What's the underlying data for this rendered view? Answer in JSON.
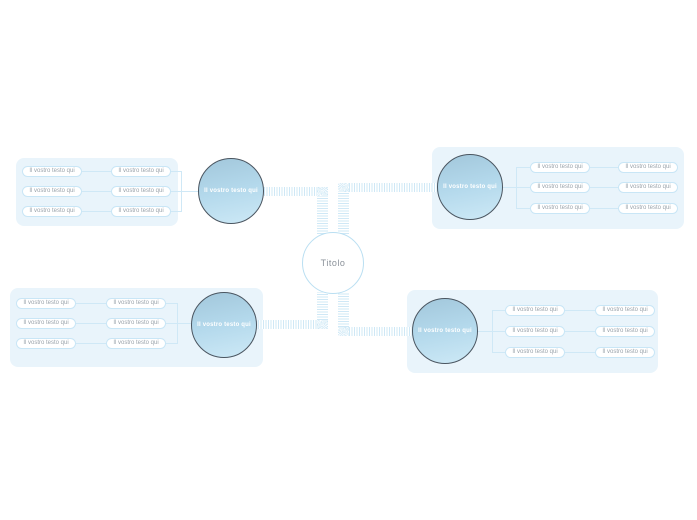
{
  "center": {
    "label": "Titolo"
  },
  "branches": {
    "top_left": {
      "circle_label": "Il vostro testo qui",
      "leaves": [
        "Il vostro testo qui",
        "Il vostro testo qui",
        "Il vostro testo qui",
        "Il vostro testo qui",
        "Il vostro testo qui",
        "Il vostro testo qui"
      ]
    },
    "top_right": {
      "circle_label": "Il vostro testo qui",
      "leaves": [
        "Il vostro testo qui",
        "Il vostro testo qui",
        "Il vostro testo qui",
        "Il vostro testo qui",
        "Il vostro testo qui",
        "Il vostro testo qui"
      ]
    },
    "bottom_left": {
      "circle_label": "Il vostro testo qui",
      "leaves": [
        "Il vostro testo qui",
        "Il vostro testo qui",
        "Il vostro testo qui",
        "Il vostro testo qui",
        "Il vostro testo qui",
        "Il vostro testo qui"
      ]
    },
    "bottom_right": {
      "circle_label": "Il vostro testo qui",
      "leaves": [
        "Il vostro testo qui",
        "Il vostro testo qui",
        "Il vostro testo qui",
        "Il vostro testo qui",
        "Il vostro testo qui",
        "Il vostro testo qui"
      ]
    }
  },
  "colors": {
    "panel_bg": "#e9f4fb",
    "band_stripe": "#cfe8f6",
    "connector": "#cfe8f6",
    "pill_border": "#c9e6f6",
    "pill_text": "#9aa3ab",
    "circle_border": "#4a5560",
    "circle_grad_top": "#a2c7db",
    "circle_grad_mid": "#b4d9ec",
    "circle_grad_bottom": "#cde9f6",
    "circle_text": "#ffffff",
    "center_border": "#badff2",
    "center_text": "#8a9199"
  }
}
